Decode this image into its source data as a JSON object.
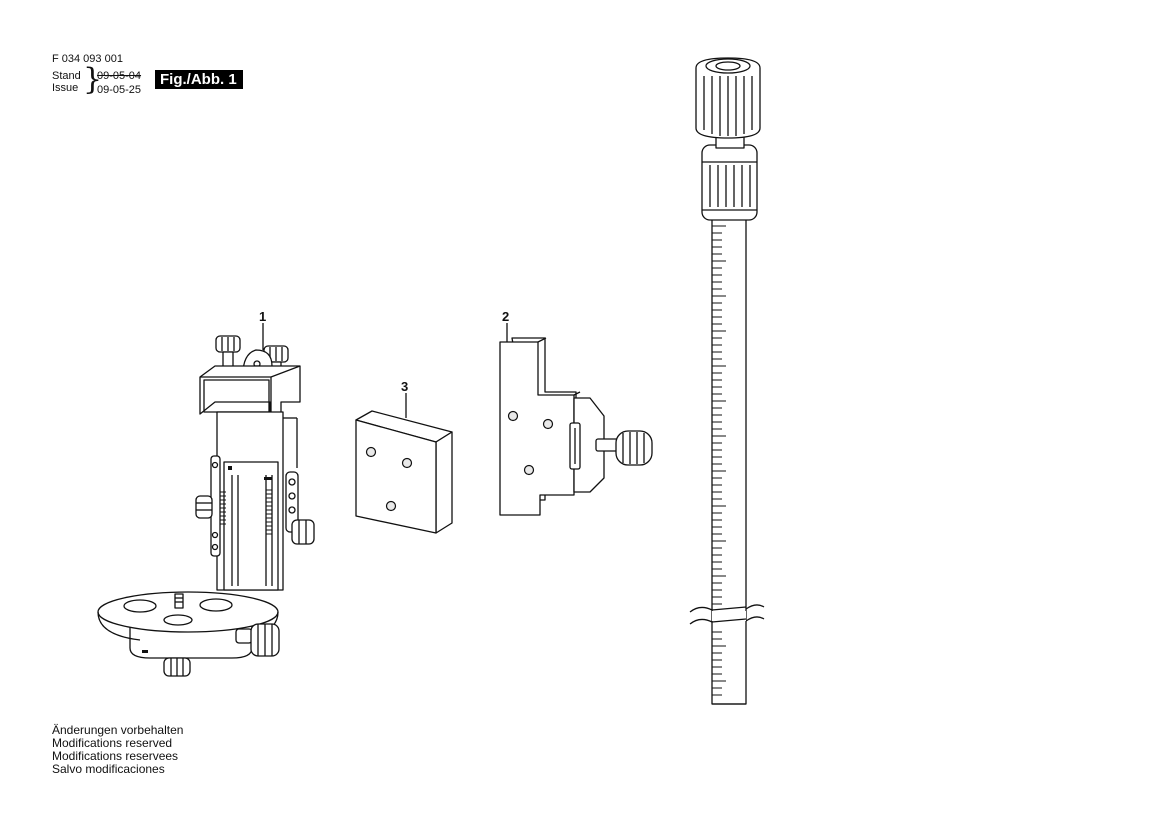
{
  "header": {
    "doc_number": "F 034 093 001",
    "stand_label": "Stand",
    "issue_label": "Issue",
    "stand_date": "09-05-04",
    "issue_date": "09-05-25",
    "figure_label": "Fig./Abb. 1"
  },
  "parts": {
    "part1_number": "1",
    "part2_number": "2",
    "part3_number": "3"
  },
  "notes": [
    "Änderungen vorbehalten",
    "Modifications reserved",
    "Modifications reservees",
    "Salvo modificaciones"
  ]
}
